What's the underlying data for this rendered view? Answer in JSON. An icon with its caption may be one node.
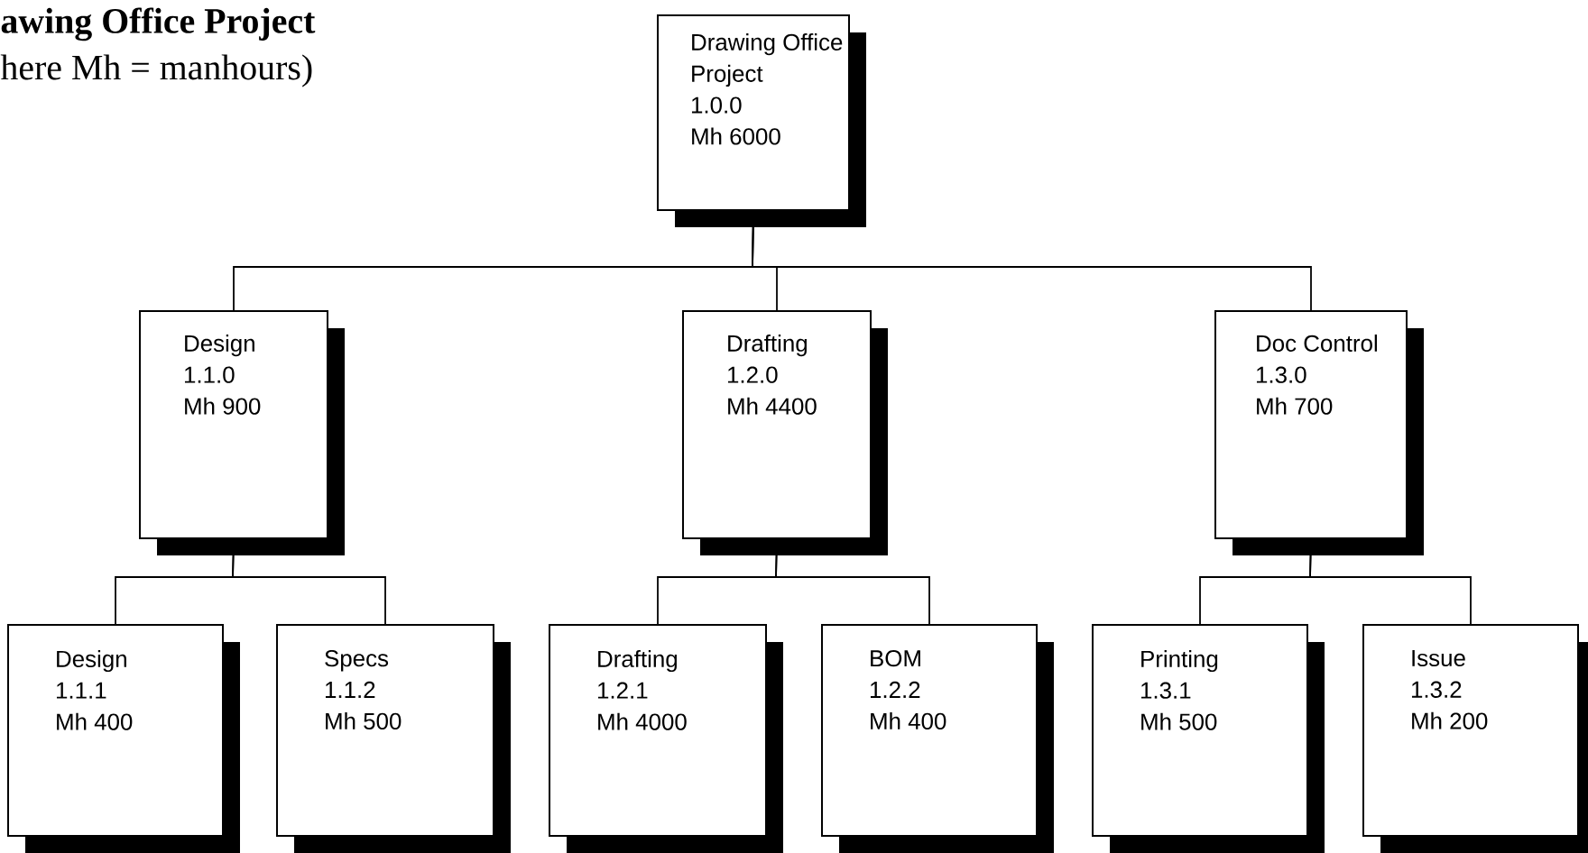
{
  "diagram": {
    "title": "awing Office Project",
    "nodes": [
      {
        "text": [
          "Drawing Office Project",
          "1.0.0",
          "Mh 6000"
        ]
      },
      {
        "text": [
          "Design",
          "1.1.0",
          "Mh 900"
        ]
      },
      {
        "text": [
          "Drafting",
          "1.2.0",
          "Mh 4400"
        ]
      },
      {
        "text": [
          "Doc Control",
          "1.3.0",
          "Mh 700"
        ]
      },
      {
        "text": [
          "Design",
          "1.1.1",
          "Mh 400"
        ]
      },
      {
        "text": [
          "Specs",
          "1.1.2",
          "Mh 500"
        ]
      },
      {
        "text": [
          "Drafting",
          "1.2.1",
          "Mh 4000"
        ]
      },
      {
        "text": [
          "BOM",
          "1.2.2",
          "Mh 400"
        ]
      },
      {
        "text": [
          "Printing",
          "1.3.1",
          "Mh 500"
        ]
      },
      {
        "text": [
          "Issue",
          "1.3.2",
          "Mh 200"
        ]
      }
    ],
    "edges": [
      {
        "from": 0,
        "to": 1,
        "arrow": "none"
      },
      {
        "from": 0,
        "to": 2,
        "arrow": "none"
      },
      {
        "from": 0,
        "to": 3,
        "arrow": "none"
      },
      {
        "from": 1,
        "to": 4,
        "arrow": "none"
      },
      {
        "from": 1,
        "to": 5,
        "arrow": "none"
      },
      {
        "from": 2,
        "to": 6,
        "arrow": "none"
      },
      {
        "from": 2,
        "to": 7,
        "arrow": "none"
      },
      {
        "from": 3,
        "to": 8,
        "arrow": "none"
      },
      {
        "from": 3,
        "to": 9,
        "arrow": "none"
      }
    ],
    "labels": [
      "here Mh = manhours)"
    ]
  }
}
